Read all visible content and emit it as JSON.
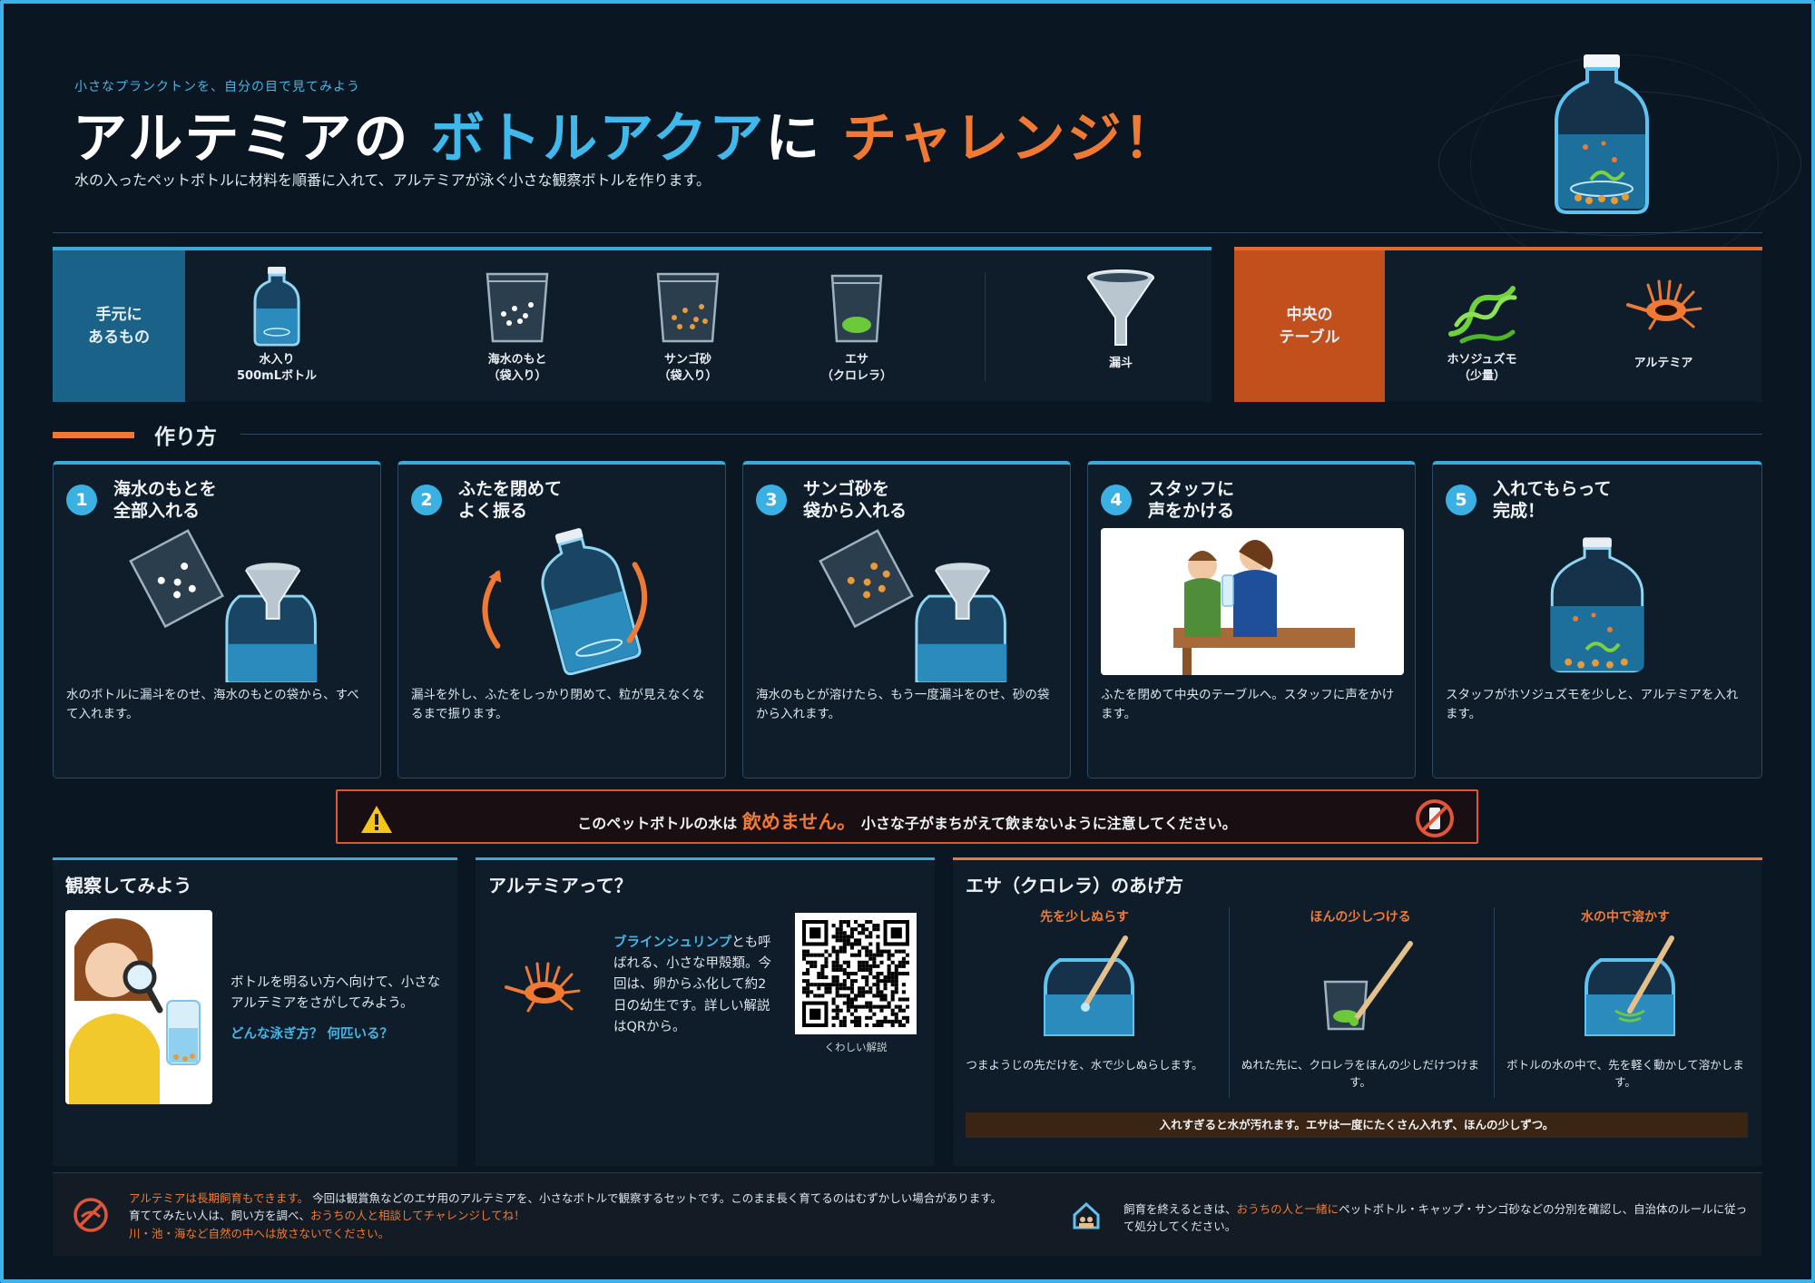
{
  "header": {
    "eyebrow": "小さなプランクトンを、自分の目で見てみよう",
    "title_part1": "アルテミアの",
    "title_part2": "ボトルアクア",
    "title_part3": "に",
    "title_part4": "チャレンジ！",
    "subtitle": "水の入ったペットボトルに材料を順番に入れて、アルテミアが泳ぐ小さな観察ボトルを作ります。"
  },
  "materials": {
    "label_line1": "手元に",
    "label_line2": "あるもの",
    "items": [
      {
        "line1": "水入り",
        "line2": "500mLボトル",
        "icon": "bottle-icon"
      },
      {
        "line1": "海水のもと",
        "line2": "（袋入り）",
        "icon": "salt-bag-icon"
      },
      {
        "line1": "サンゴ砂",
        "line2": "（袋入り）",
        "icon": "sand-bag-icon"
      },
      {
        "line1": "エサ",
        "line2": "（クロレラ）",
        "icon": "chlorella-bag-icon"
      },
      {
        "line1": "漏斗",
        "line2": "",
        "icon": "funnel-icon"
      }
    ]
  },
  "table": {
    "label_line1": "中央の",
    "label_line2": "テーブル",
    "items": [
      {
        "line1": "ホソジュズモ",
        "line2": "（少量）",
        "icon": "seaweed-icon"
      },
      {
        "line1": "アルテミア",
        "line2": "",
        "icon": "artemia-icon"
      }
    ]
  },
  "howto": {
    "title": "作り方",
    "steps": [
      {
        "num": "1",
        "title1": "海水のもとを",
        "title2": "全部入れる",
        "text": "水のボトルに漏斗をのせ、海水のもとの袋から、すべて入れます。"
      },
      {
        "num": "2",
        "title1": "ふたを閉めて",
        "title2": "よく振る",
        "text": "漏斗を外し、ふたをしっかり閉めて、粒が見えなくなるまで振ります。"
      },
      {
        "num": "3",
        "title1": "サンゴ砂を",
        "title2": "袋から入れる",
        "text": "海水のもとが溶けたら、もう一度漏斗をのせ、砂の袋から入れます。"
      },
      {
        "num": "4",
        "title1": "スタッフに",
        "title2": "声をかける",
        "text": "ふたを閉めて中央のテーブルへ。スタッフに声をかけます。"
      },
      {
        "num": "5",
        "title1": "入れてもらって",
        "title2": "完成！",
        "text": "スタッフがホソジュズモを少しと、アルテミアを入れます。"
      }
    ]
  },
  "warning": {
    "pre": "このペットボトルの水は",
    "highlight": "飲めません。",
    "post": "小さな子がまちがえて飲まないように注意してください。"
  },
  "observe": {
    "title": "観察してみよう",
    "text": "ボトルを明るい方へ向けて、小さなアルテミアをさがしてみよう。",
    "question": "どんな泳ぎ方？ 何匹いる？"
  },
  "about": {
    "title": "アルテミアって？",
    "highlight": "ブラインシュリンプ",
    "text": "とも呼ばれる、小さな甲殻類。今回は、卵からふ化して約2日の幼生です。詳しい解説はQRから。",
    "qr_caption": "くわしい解説"
  },
  "feeding": {
    "title": "エサ（クロレラ）のあげ方",
    "cols": [
      {
        "head": "先を少しぬらす",
        "text": "つまようじの先だけを、水で少しぬらします。"
      },
      {
        "head": "ほんの少しつける",
        "text": "ぬれた先に、クロレラをほんの少しだけつけます。"
      },
      {
        "head": "水の中で溶かす",
        "text": "ボトルの水の中で、先を軽く動かして溶かします。"
      }
    ],
    "note": "入れすぎると水が汚れます。エサは一度にたくさん入れず、ほんの少しずつ。"
  },
  "footer": {
    "left_hl1": "アルテミアは長期飼育もできます。",
    "left_text1": "今回は観賞魚などのエサ用のアルテミアを、小さなボトルで観察するセットです。このまま長く育てるのはむずかしい場合があります。",
    "left_text2": "育ててみたい人は、飼い方を調べ、",
    "left_hl2": "おうちの人と相談してチャレンジしてね！",
    "left_hl3": "川・池・海など自然の中へは放さないでください。",
    "right_text1": "飼育を終えるときは、",
    "right_hl": "おうちの人と一緒に",
    "right_text2": "ペットボトル・キャップ・サンゴ砂などの分別を確認し、自治体のルールに従って処分してください。"
  },
  "colors": {
    "accent_blue": "#3bb3ea",
    "accent_orange": "#f07a33",
    "background": "#0a1621",
    "warning_red": "#e0563a"
  }
}
